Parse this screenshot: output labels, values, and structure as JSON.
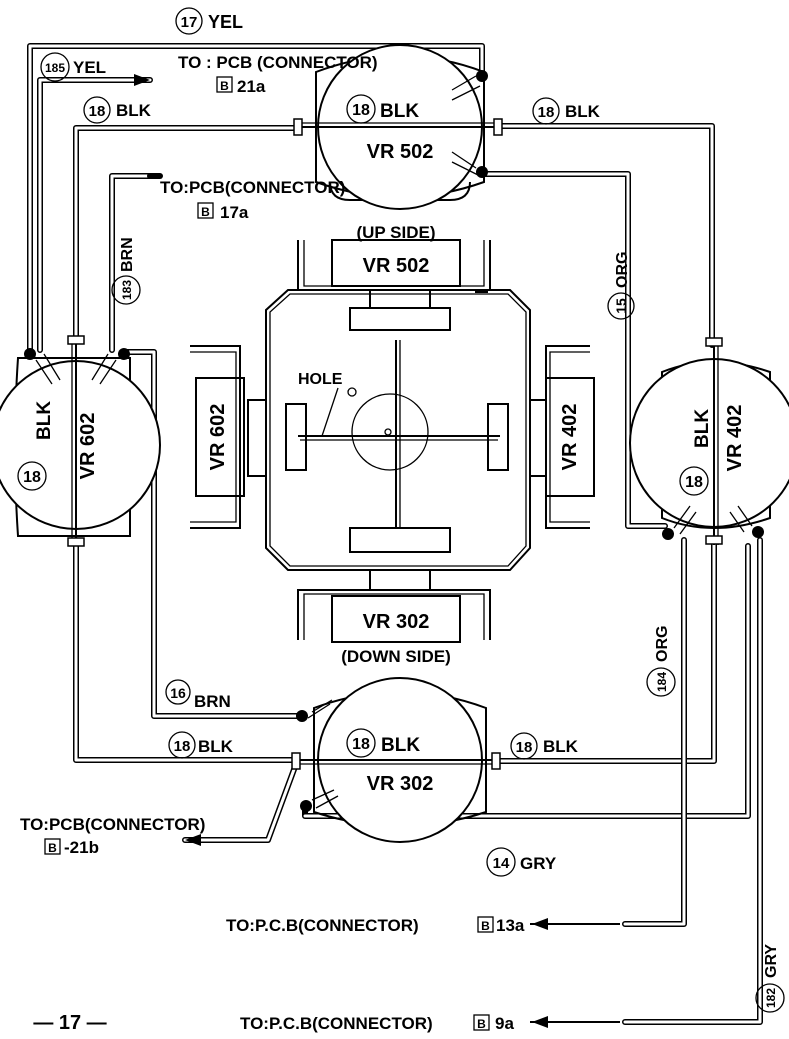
{
  "wires": {
    "w17": {
      "num": "17",
      "color": "YEL"
    },
    "w185": {
      "num": "185",
      "color": "YEL"
    },
    "w18_tl": {
      "num": "18",
      "color": "BLK"
    },
    "w18_tr": {
      "num": "18",
      "color": "BLK"
    },
    "w183": {
      "num": "183",
      "color": "BRN"
    },
    "w15": {
      "num": "15",
      "color": "ORG"
    },
    "w16": {
      "num": "16",
      "color": "BRN"
    },
    "w18_bl": {
      "num": "18",
      "color": "BLK"
    },
    "w18_br": {
      "num": "18",
      "color": "BLK"
    },
    "w184": {
      "num": "184",
      "color": "ORG"
    },
    "w14": {
      "num": "14",
      "color": "GRY"
    },
    "w182": {
      "num": "182",
      "color": "GRY"
    }
  },
  "connectors": {
    "c1": {
      "text": "TO : PCB (CONNECTOR)",
      "box": "B",
      "code": "21a"
    },
    "c2": {
      "text": "TO:PCB(CONNECTOR)",
      "box": "B",
      "code": "17a"
    },
    "c3": {
      "text": "TO:PCB(CONNECTOR)",
      "box": "B",
      "code": "-21b"
    },
    "c4": {
      "text": "TO:P.C.B(CONNECTOR)",
      "box": "B",
      "code": "13a"
    },
    "c5": {
      "text": "TO:P.C.B(CONNECTOR)",
      "box": "B",
      "code": "9a"
    }
  },
  "pots": {
    "top": {
      "num": "18",
      "color": "BLK",
      "label": "VR 502"
    },
    "left": {
      "num": "18",
      "color": "BLK",
      "label": "VR 602"
    },
    "right": {
      "num": "18",
      "color": "BLK",
      "label": "VR 402"
    },
    "bottom": {
      "num": "18",
      "color": "BLK",
      "label": "VR 302"
    }
  },
  "center": {
    "vr_top": "VR 502",
    "vr_left": "VR 602",
    "vr_right": "VR 402",
    "vr_bottom": "VR 302",
    "up_side": "(UP SIDE)",
    "down_side": "(DOWN SIDE)",
    "hole": "HOLE"
  },
  "page_number": "— 17 —"
}
